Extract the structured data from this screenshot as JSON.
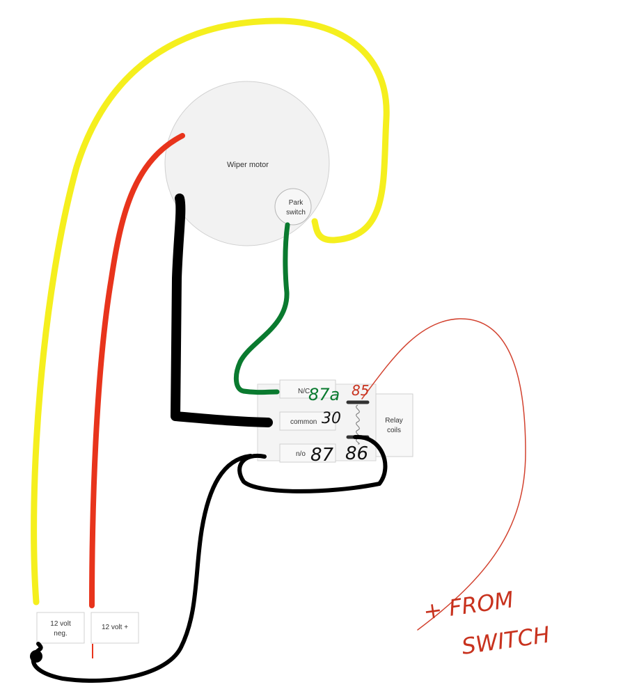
{
  "components": {
    "motor": {
      "label": "Wiper motor"
    },
    "park_switch": {
      "line1": "Park",
      "line2": "switch"
    },
    "relay": {
      "nc_label": "N/C",
      "common_label": "common",
      "no_label": "n/o",
      "coils_line1": "Relay",
      "coils_line2": "coils"
    },
    "battery_neg": {
      "line1": "12 volt",
      "line2": "neg."
    },
    "battery_pos": {
      "label": "12 volt +"
    }
  },
  "annotations": {
    "pin_87a": "87a",
    "pin_85": "85",
    "pin_30": "30",
    "pin_87": "87",
    "pin_86": "86",
    "from_switch_line1": "+ FROM",
    "from_switch_line2": "SWITCH"
  },
  "colors": {
    "yellow_wire": "#f5ef1e",
    "red_wire": "#e8341c",
    "black_wire": "#000000",
    "green_wire": "#0a7a2f",
    "thin_red_wire": "#d2412e",
    "annotation_green": "#0a7a2f",
    "annotation_red": "#c8321e",
    "annotation_black": "#111111"
  }
}
